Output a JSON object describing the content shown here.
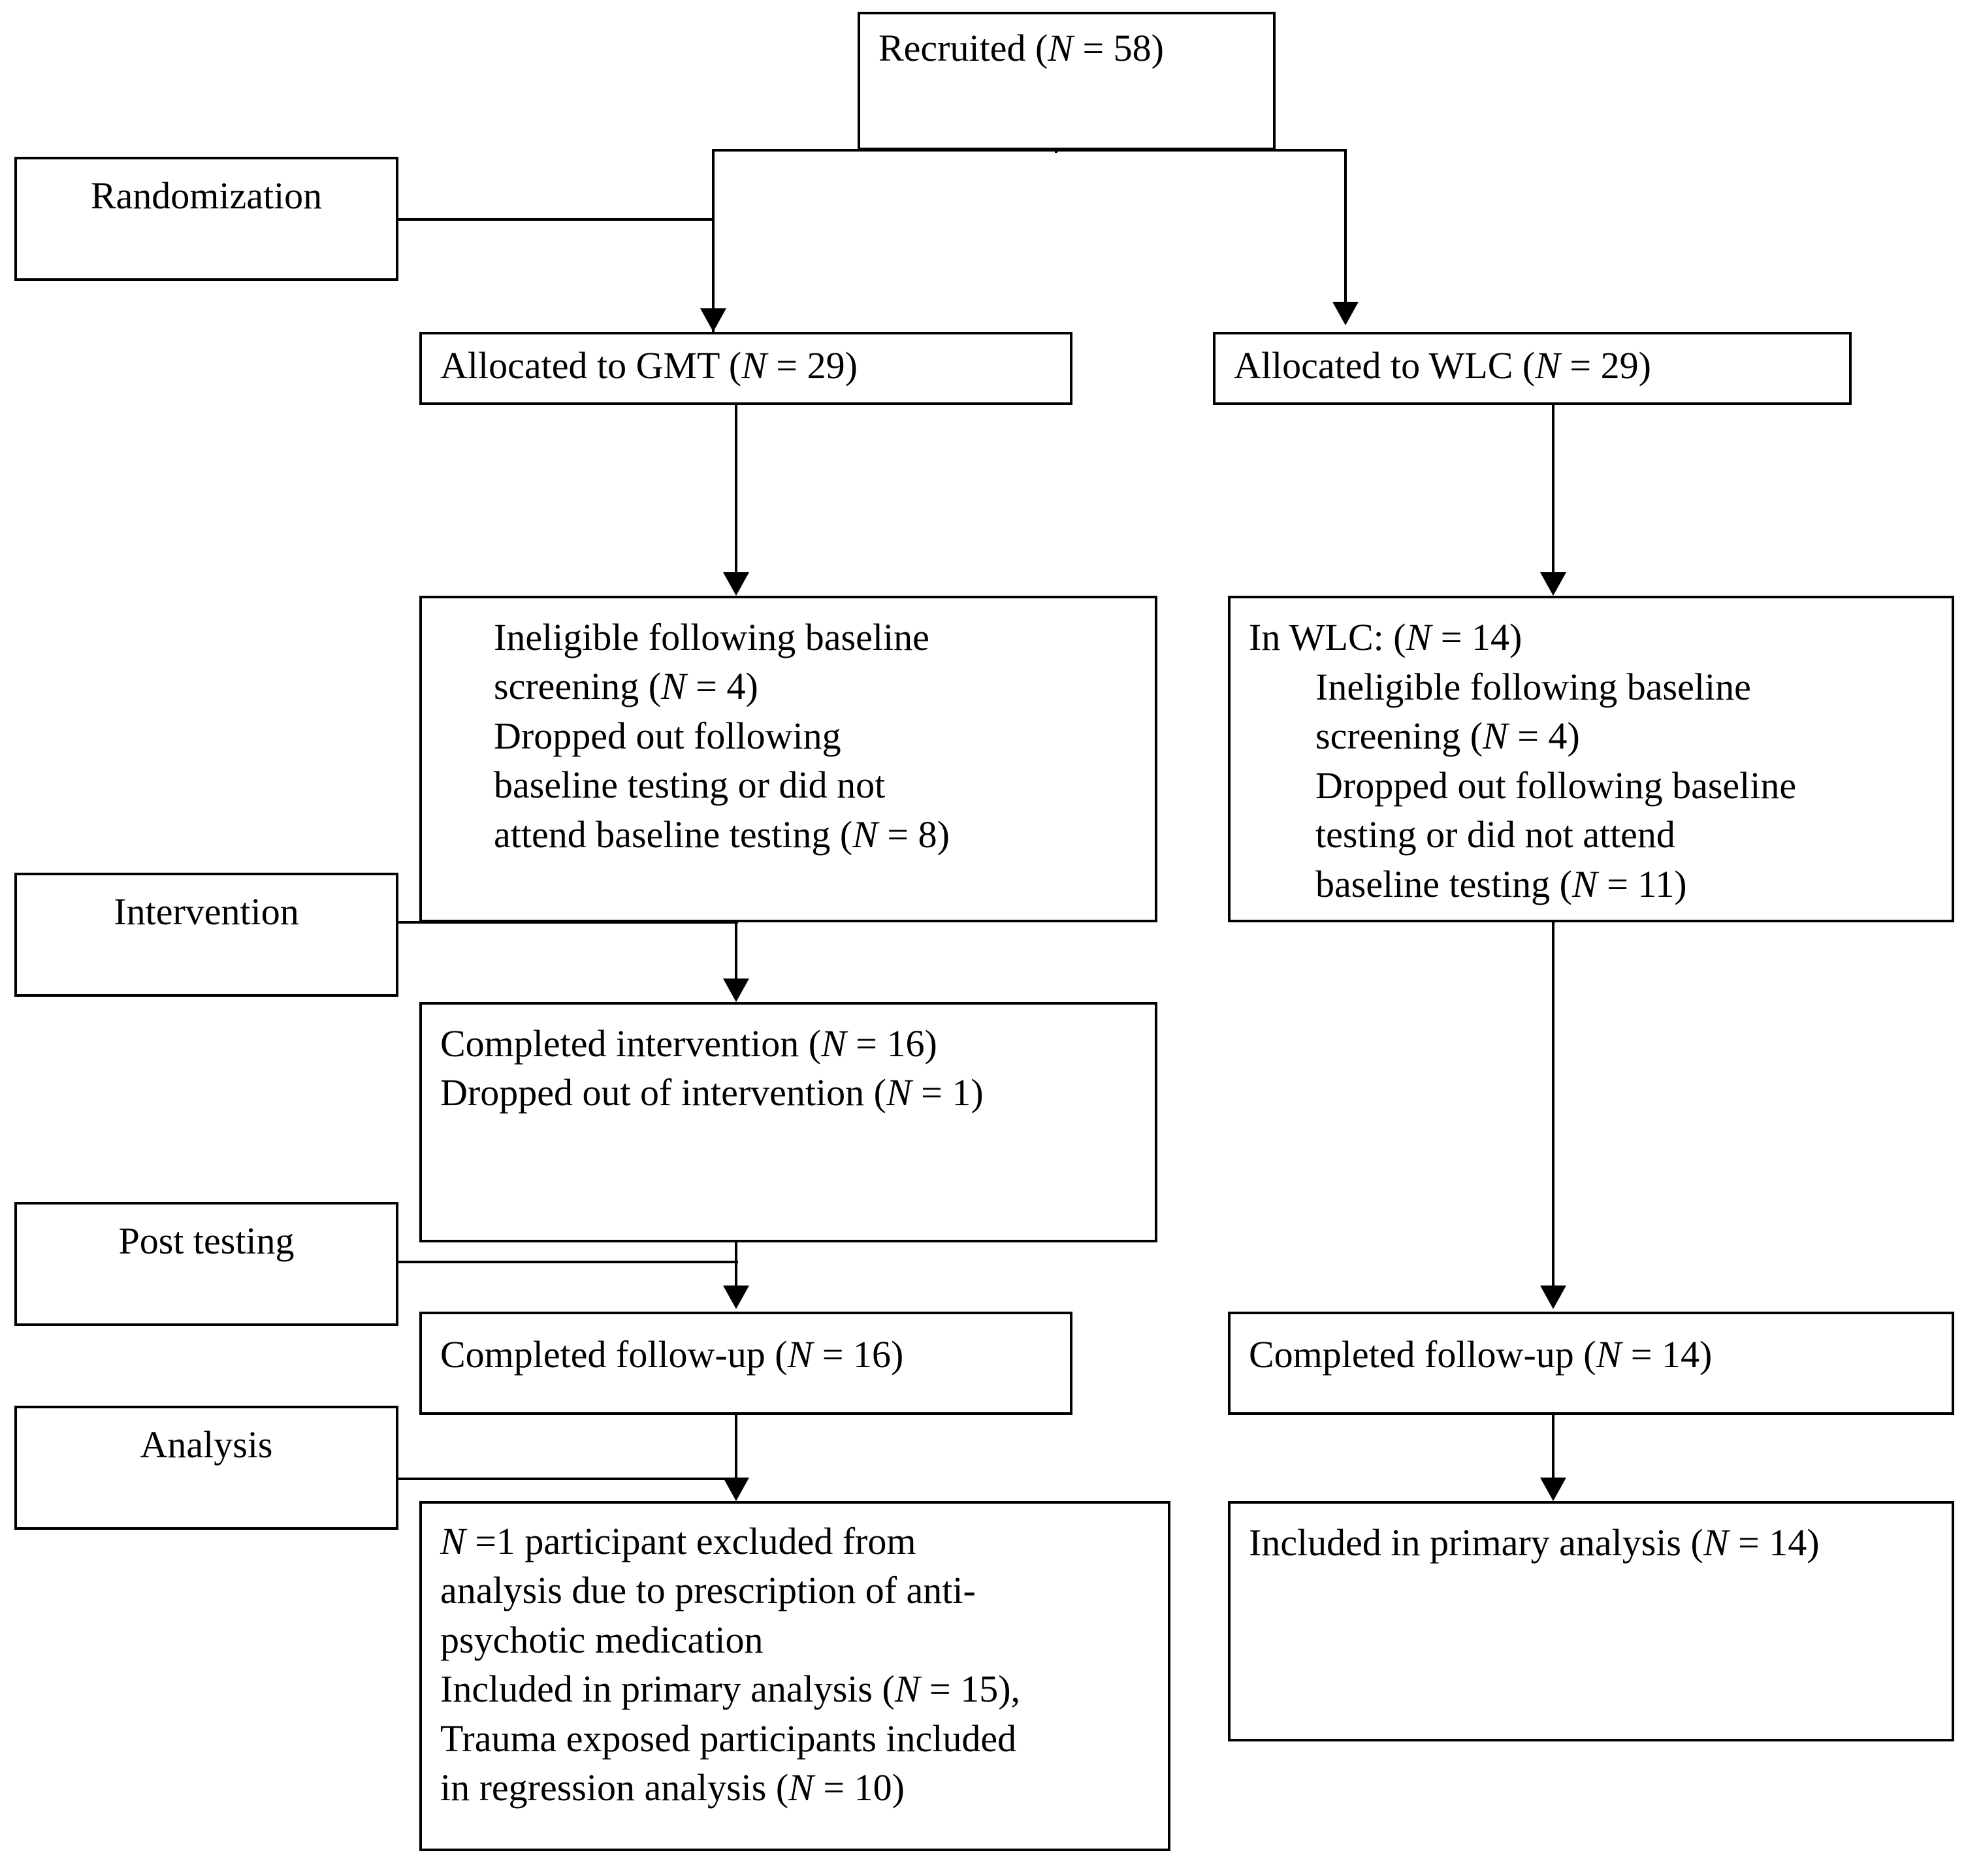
{
  "diagram": {
    "title": "CONSORT participant flow diagram",
    "stage_labels": [
      {
        "id": "randomization",
        "text": "Randomization"
      },
      {
        "id": "intervention",
        "text": "Intervention"
      },
      {
        "id": "post-testing",
        "text": "Post testing"
      },
      {
        "id": "analysis",
        "text": "Analysis"
      }
    ],
    "recruited": {
      "line1_a": "Recruited (",
      "line1_n": "N",
      "line1_b": " = 58)"
    },
    "gmt": {
      "allocated": {
        "a": "Allocated to GMT (",
        "n": "N",
        "b": " = 29)"
      },
      "excluded_l1": "Ineligible following baseline",
      "excluded_l2_a": "screening (",
      "excluded_l2_n": "N",
      "excluded_l2_b": " = 4)",
      "excluded_l3": "Dropped out following",
      "excluded_l4": "baseline testing or did not",
      "excluded_l5_a": "attend baseline testing (",
      "excluded_l5_n": "N",
      "excluded_l5_b": " = 8)",
      "intervention_l1_a": "Completed intervention (",
      "intervention_l1_n": "N",
      "intervention_l1_b": " = 16)",
      "intervention_l2_a": "Dropped out of intervention (",
      "intervention_l2_n": "N",
      "intervention_l2_b": " = 1)",
      "followup_a": "Completed follow-up (",
      "followup_n": "N",
      "followup_b": " = 16)",
      "analysis_l1_n": "N",
      "analysis_l1_a": " =1 participant excluded from",
      "analysis_l2": "analysis due to prescription of anti-",
      "analysis_l3": "psychotic medication",
      "analysis_l4_a": "Included in primary analysis (",
      "analysis_l4_n": "N",
      "analysis_l4_b": " = 15),",
      "analysis_l5": "Trauma exposed participants included",
      "analysis_l6_a": "in regression analysis (",
      "analysis_l6_n": "N",
      "analysis_l6_b": " = 10)"
    },
    "wlc": {
      "allocated": {
        "a": "Allocated to WLC (",
        "n": "N",
        "b": " = 29)"
      },
      "excluded_head_a": "In WLC: (",
      "excluded_head_n": "N",
      "excluded_head_b": " = 14)",
      "excluded_l1": "Ineligible following baseline",
      "excluded_l2_a": "screening (",
      "excluded_l2_n": "N",
      "excluded_l2_b": " = 4)",
      "excluded_l3": "Dropped out following baseline",
      "excluded_l4": "testing or did not attend",
      "excluded_l5_a": "baseline testing (",
      "excluded_l5_n": "N",
      "excluded_l5_b": " = 11)",
      "followup_a": "Completed follow-up (",
      "followup_n": "N",
      "followup_b": " = 14)",
      "analysis_a": "Included in primary analysis (",
      "analysis_n": "N",
      "analysis_b": " = 14)"
    },
    "colors": {
      "stroke": "#000000",
      "background": "#ffffff",
      "text": "#000000"
    }
  }
}
